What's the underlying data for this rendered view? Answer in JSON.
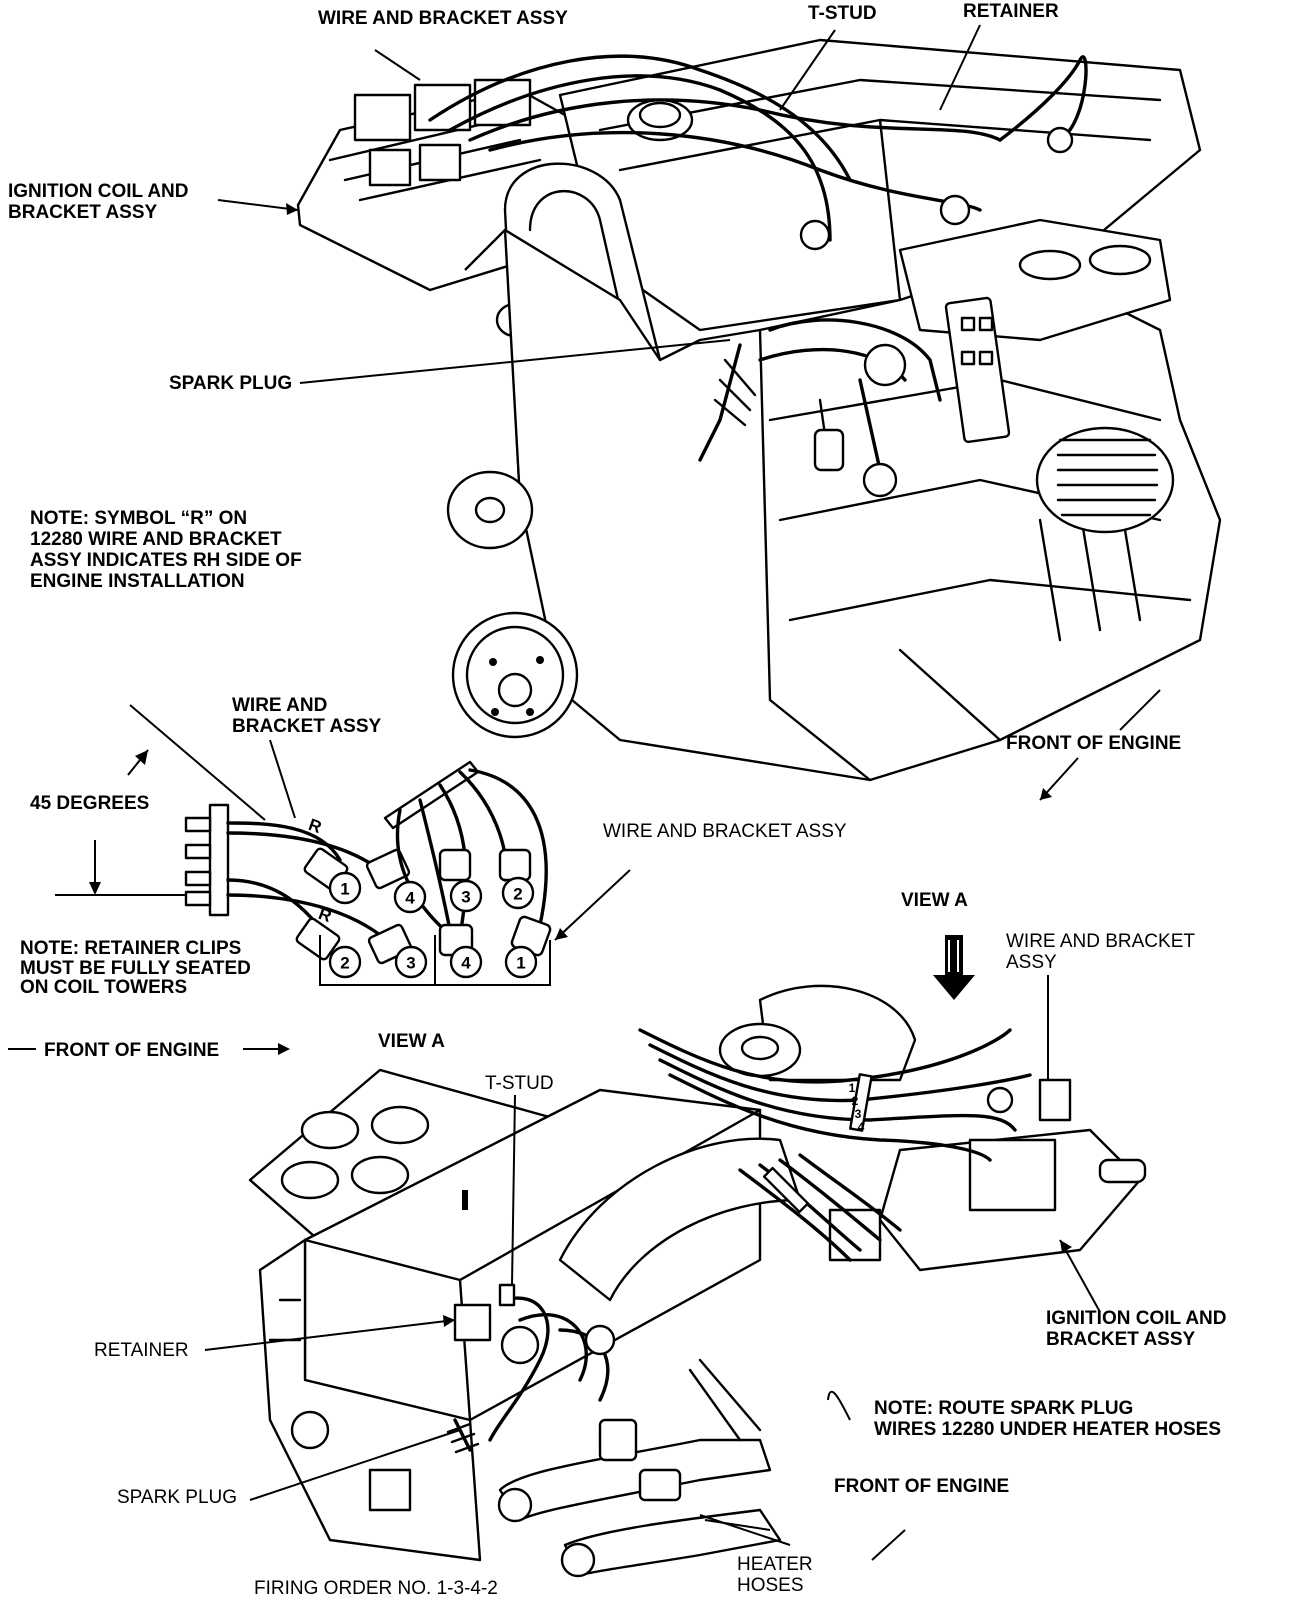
{
  "top_view": {
    "wire_bracket_label": "WIRE AND BRACKET ASSY",
    "tstud_label": "T-STUD",
    "retainer_label": "RETAINER",
    "coil_label_line1": "IGNITION COIL AND",
    "coil_label_line2": "BRACKET ASSY",
    "spark_plug_label": "SPARK PLUG",
    "note_line1": "NOTE: SYMBOL “R” ON",
    "note_line2": "12280 WIRE AND BRACKET",
    "note_line3": "ASSY INDICATES RH SIDE OF",
    "note_line4": "ENGINE INSTALLATION",
    "front_label": "FRONT OF ENGINE"
  },
  "detail": {
    "wire_bracket_line1": "WIRE AND",
    "wire_bracket_line2": "BRACKET ASSY",
    "angle_label": "45 DEGREES",
    "wire_bracket_right": "WIRE AND BRACKET ASSY",
    "note_line1": "NOTE: RETAINER CLIPS",
    "note_line2": "MUST BE FULLY SEATED",
    "note_line3": "ON COIL TOWERS",
    "wire_mark": "R",
    "boot_numbers_upper": [
      "1",
      "4",
      "3",
      "2"
    ],
    "boot_numbers_lower": [
      "2",
      "3",
      "4",
      "1"
    ]
  },
  "bottom_view": {
    "view_marker": "VIEW A",
    "front_left": "FRONT OF ENGINE",
    "view_title": "VIEW A",
    "wire_bracket_line1": "WIRE AND BRACKET",
    "wire_bracket_line2": "ASSY",
    "tstud_label": "T-STUD",
    "retainer_label": "RETAINER",
    "coil_label_line1": "IGNITION COIL AND",
    "coil_label_line2": "BRACKET ASSY",
    "note_line1": "NOTE: ROUTE SPARK PLUG",
    "note_line2": "WIRES 12280 UNDER HEATER HOSES",
    "spark_plug_label": "SPARK PLUG",
    "front_right": "FRONT OF ENGINE",
    "heater_line1": "HEATER",
    "heater_line2": "HOSES",
    "firing_order": "FIRING ORDER NO. 1-3-4-2",
    "wire_numbers": [
      "1",
      "2",
      "3",
      "4"
    ]
  }
}
